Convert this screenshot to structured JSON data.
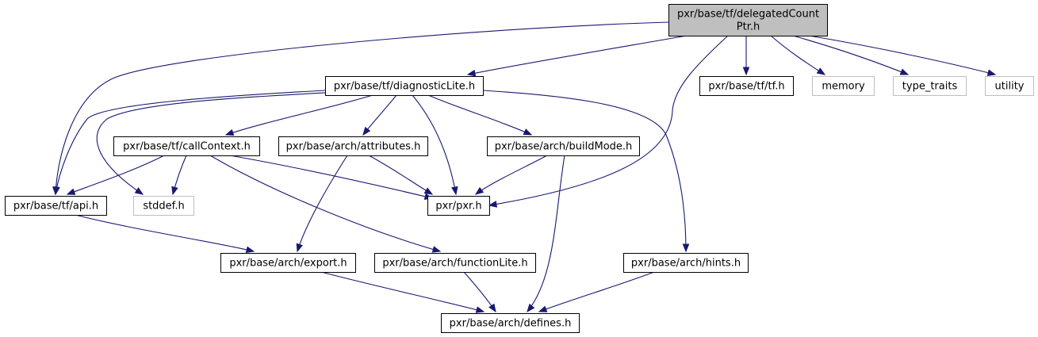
{
  "graph": {
    "edge_color": "#191970",
    "root_fill": "#bfbfbf",
    "system_header_border": "#bfbfbf",
    "nodes": [
      {
        "id": "root",
        "lines": [
          "pxr/base/tf/delegatedCount",
          "Ptr.h"
        ],
        "kind": "root"
      },
      {
        "id": "diagnosticLite",
        "lines": [
          "pxr/base/tf/diagnosticLite.h"
        ],
        "kind": "project"
      },
      {
        "id": "tf",
        "lines": [
          "pxr/base/tf/tf.h"
        ],
        "kind": "project"
      },
      {
        "id": "memory",
        "lines": [
          "memory"
        ],
        "kind": "system"
      },
      {
        "id": "type_traits",
        "lines": [
          "type_traits"
        ],
        "kind": "system"
      },
      {
        "id": "utility",
        "lines": [
          "utility"
        ],
        "kind": "system"
      },
      {
        "id": "callContext",
        "lines": [
          "pxr/base/tf/callContext.h"
        ],
        "kind": "project"
      },
      {
        "id": "attributes",
        "lines": [
          "pxr/base/arch/attributes.h"
        ],
        "kind": "project"
      },
      {
        "id": "buildMode",
        "lines": [
          "pxr/base/arch/buildMode.h"
        ],
        "kind": "project"
      },
      {
        "id": "api",
        "lines": [
          "pxr/base/tf/api.h"
        ],
        "kind": "project"
      },
      {
        "id": "stddef",
        "lines": [
          "stddef.h"
        ],
        "kind": "system"
      },
      {
        "id": "pxr",
        "lines": [
          "pxr/pxr.h"
        ],
        "kind": "project"
      },
      {
        "id": "export",
        "lines": [
          "pxr/base/arch/export.h"
        ],
        "kind": "project"
      },
      {
        "id": "functionLite",
        "lines": [
          "pxr/base/arch/functionLite.h"
        ],
        "kind": "project"
      },
      {
        "id": "hints",
        "lines": [
          "pxr/base/arch/hints.h"
        ],
        "kind": "project"
      },
      {
        "id": "defines",
        "lines": [
          "pxr/base/arch/defines.h"
        ],
        "kind": "project"
      }
    ],
    "edges": [
      [
        "root",
        "diagnosticLite"
      ],
      [
        "root",
        "tf"
      ],
      [
        "root",
        "memory"
      ],
      [
        "root",
        "type_traits"
      ],
      [
        "root",
        "utility"
      ],
      [
        "root",
        "api"
      ],
      [
        "root",
        "pxr"
      ],
      [
        "diagnosticLite",
        "callContext"
      ],
      [
        "diagnosticLite",
        "attributes"
      ],
      [
        "diagnosticLite",
        "buildMode"
      ],
      [
        "diagnosticLite",
        "api"
      ],
      [
        "diagnosticLite",
        "stddef"
      ],
      [
        "diagnosticLite",
        "pxr"
      ],
      [
        "diagnosticLite",
        "hints"
      ],
      [
        "callContext",
        "api"
      ],
      [
        "callContext",
        "stddef"
      ],
      [
        "callContext",
        "pxr"
      ],
      [
        "callContext",
        "functionLite"
      ],
      [
        "attributes",
        "pxr"
      ],
      [
        "attributes",
        "export"
      ],
      [
        "buildMode",
        "pxr"
      ],
      [
        "buildMode",
        "defines"
      ],
      [
        "api",
        "export"
      ],
      [
        "export",
        "defines"
      ],
      [
        "functionLite",
        "defines"
      ],
      [
        "hints",
        "defines"
      ]
    ]
  }
}
